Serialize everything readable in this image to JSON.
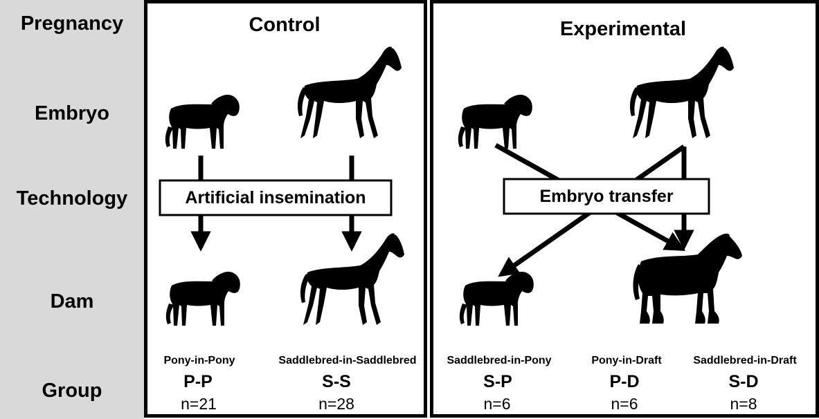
{
  "row_labels": {
    "pregnancy": "Pregnancy",
    "embryo": "Embryo",
    "technology": "Technology",
    "dam": "Dam",
    "group": "Group"
  },
  "control": {
    "title": "Control",
    "technology": "Artificial insemination",
    "groups": [
      {
        "name": "Pony-in-Pony",
        "code": "P-P",
        "n": "n=21"
      },
      {
        "name": "Saddlebred-in-Saddlebred",
        "code": "S-S",
        "n": "n=28"
      }
    ]
  },
  "experimental": {
    "title": "Experimental",
    "technology": "Embryo transfer",
    "groups": [
      {
        "name": "Saddlebred-in-Pony",
        "code": "S-P",
        "n": "n=6"
      },
      {
        "name": "Pony-in-Draft",
        "code": "P-D",
        "n": "n=6"
      },
      {
        "name": "Saddlebred-in-Draft",
        "code": "S-D",
        "n": "n=8"
      }
    ]
  },
  "icons": {
    "pony": "pony-silhouette-icon",
    "saddlebred": "saddlebred-silhouette-icon",
    "draft": "draft-horse-silhouette-icon"
  },
  "colors": {
    "sidebar": "#d9d9d9",
    "ink": "#000000",
    "background": "#ffffff"
  }
}
